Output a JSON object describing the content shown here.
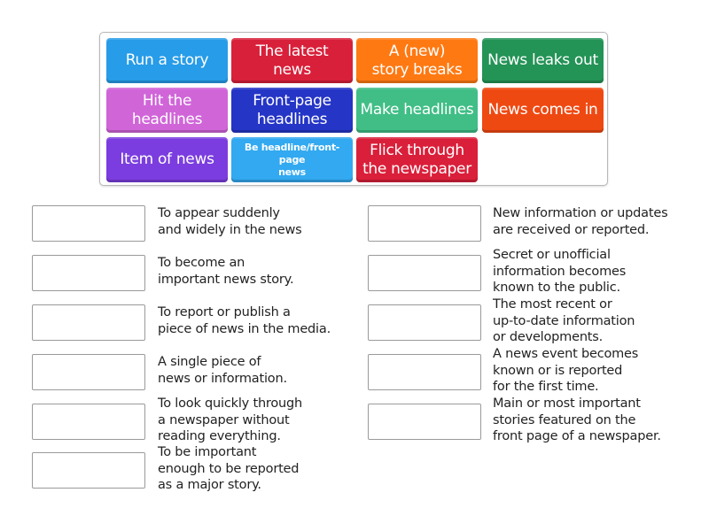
{
  "colors": {
    "blue": "#2a9ee8",
    "red": "#d9213a",
    "orange": "#ff7a10",
    "green": "#249457",
    "pink": "#d266d8",
    "navy": "#2635c8",
    "mint": "#3fbf86",
    "redorange": "#f04a10",
    "purple": "#7c3ee0",
    "lightblue": "#33aaf0",
    "crimson": "#dc1f3a"
  },
  "tiles": [
    {
      "label": "Run a story",
      "color": "#279ce8",
      "size": "normal"
    },
    {
      "label": "The latest\nnews",
      "color": "#d8203a",
      "size": "normal"
    },
    {
      "label": "A (new)\nstory breaks",
      "color": "#ff7912",
      "size": "normal"
    },
    {
      "label": "News leaks out",
      "color": "#239356",
      "size": "normal"
    },
    {
      "label": "Hit the\nheadlines",
      "color": "#d065d8",
      "size": "normal"
    },
    {
      "label": "Front-page\nheadlines",
      "color": "#2535c6",
      "size": "normal"
    },
    {
      "label": "Make headlines",
      "color": "#40be86",
      "size": "normal"
    },
    {
      "label": "News comes in",
      "color": "#ef4912",
      "size": "normal"
    },
    {
      "label": "Item of news",
      "color": "#7b3ddf",
      "size": "normal"
    },
    {
      "label": "Be headline/front-page\nnews",
      "color": "#32a9f0",
      "size": "small"
    },
    {
      "label": "Flick through\nthe newspaper",
      "color": "#da1f3a",
      "size": "normal"
    }
  ],
  "definitions_left": [
    "To appear suddenly\nand widely in the news",
    "To become an\nimportant news story.",
    "To report or publish a\npiece of news in the media.",
    "A single piece of\nnews or information.",
    "To look quickly through\na newspaper without\nreading everything.",
    "To be important\nenough to be reported\nas a major story."
  ],
  "definitions_right": [
    "New information or updates\nare received or reported.",
    "Secret or unofficial\ninformation becomes\nknown to the public.",
    "The most recent or\nup-to-date information\nor developments.",
    "A news event becomes\nknown or is reported\nfor the first time.",
    "Main or most important\nstories featured on the\nfront page of a newspaper."
  ]
}
